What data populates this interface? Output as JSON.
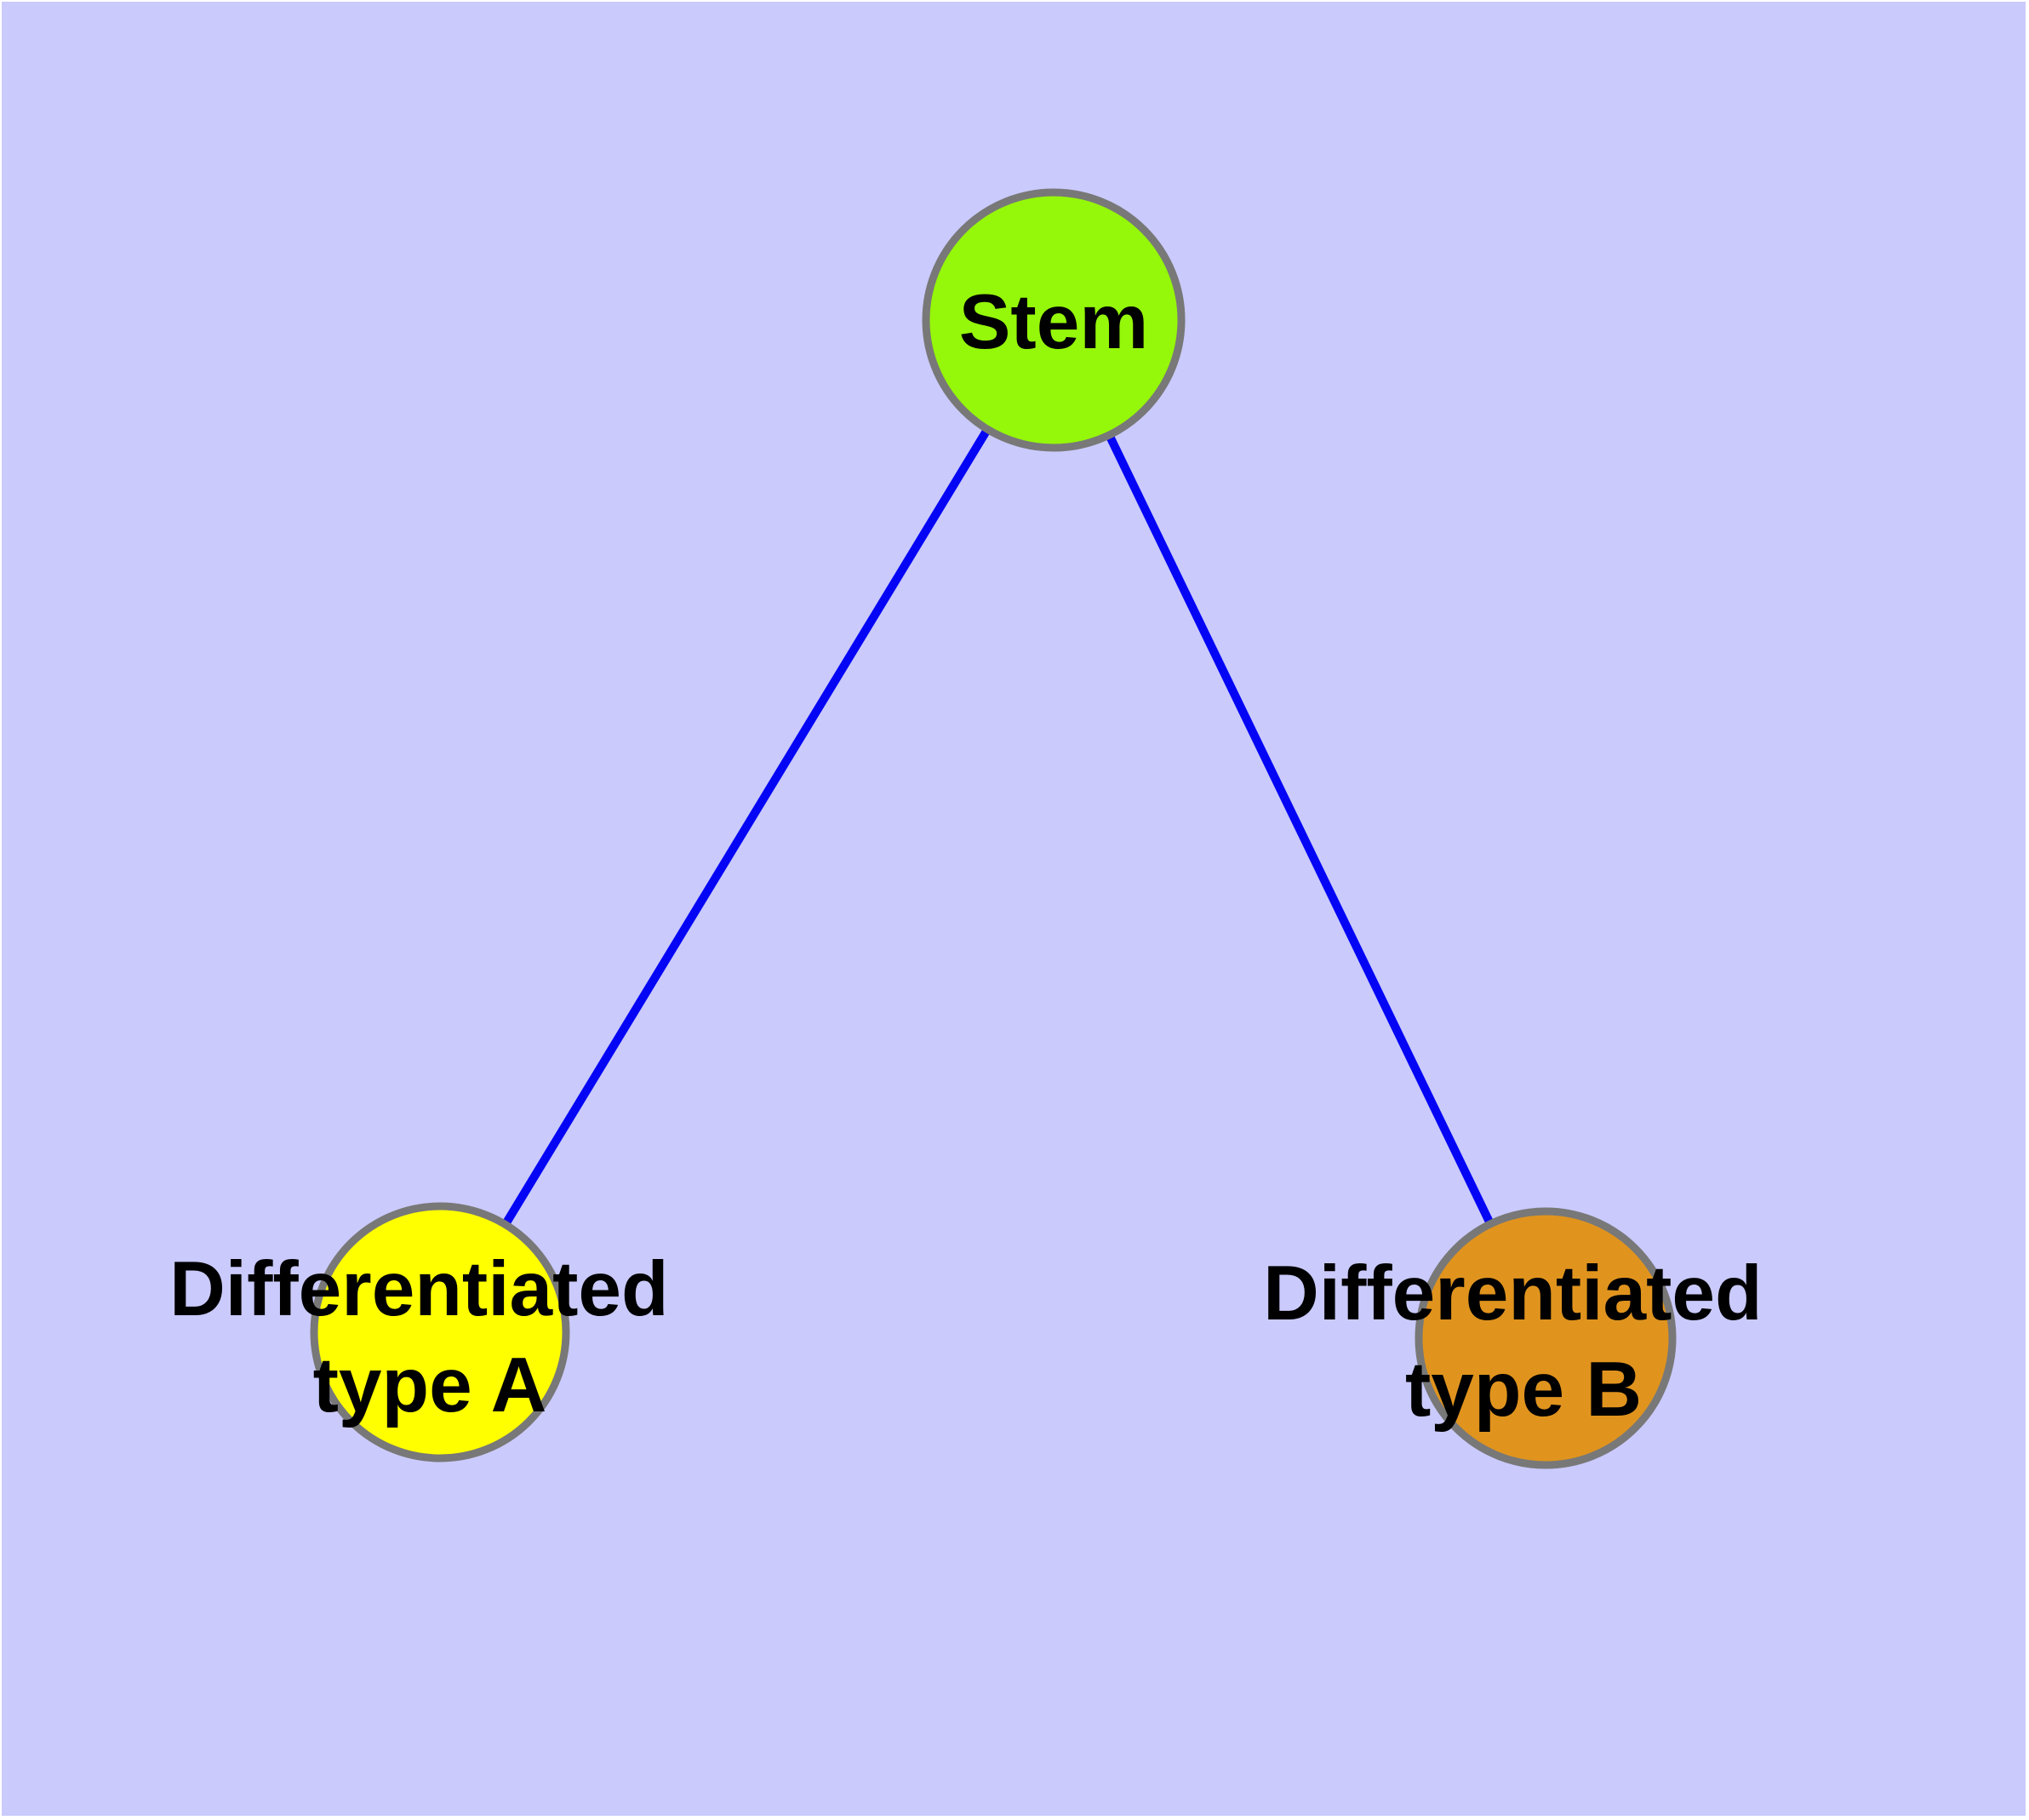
{
  "diagram": {
    "description": "Graph of stem cell differentiation with one root node and two leaf nodes",
    "colors": {
      "canvas_background": "#cacafc",
      "figure_margin": "#ffffff",
      "edge": "#0505f5",
      "node_border": "#787878",
      "label": "#000000"
    },
    "nodes": {
      "stem": {
        "label": "Stem",
        "fill": "#95f70a"
      },
      "type_a": {
        "label_lines": [
          "Differentiated",
          "type A"
        ],
        "label_full": "Differentiated type A",
        "fill": "#ffff00"
      },
      "type_b": {
        "label_lines": [
          "Differentiated",
          "type B"
        ],
        "label_full": "Differentiated type B",
        "fill": "#e0941e"
      }
    },
    "edges": [
      {
        "from": "Stem",
        "to": "Differentiated type A"
      },
      {
        "from": "Stem",
        "to": "Differentiated type B"
      }
    ]
  }
}
